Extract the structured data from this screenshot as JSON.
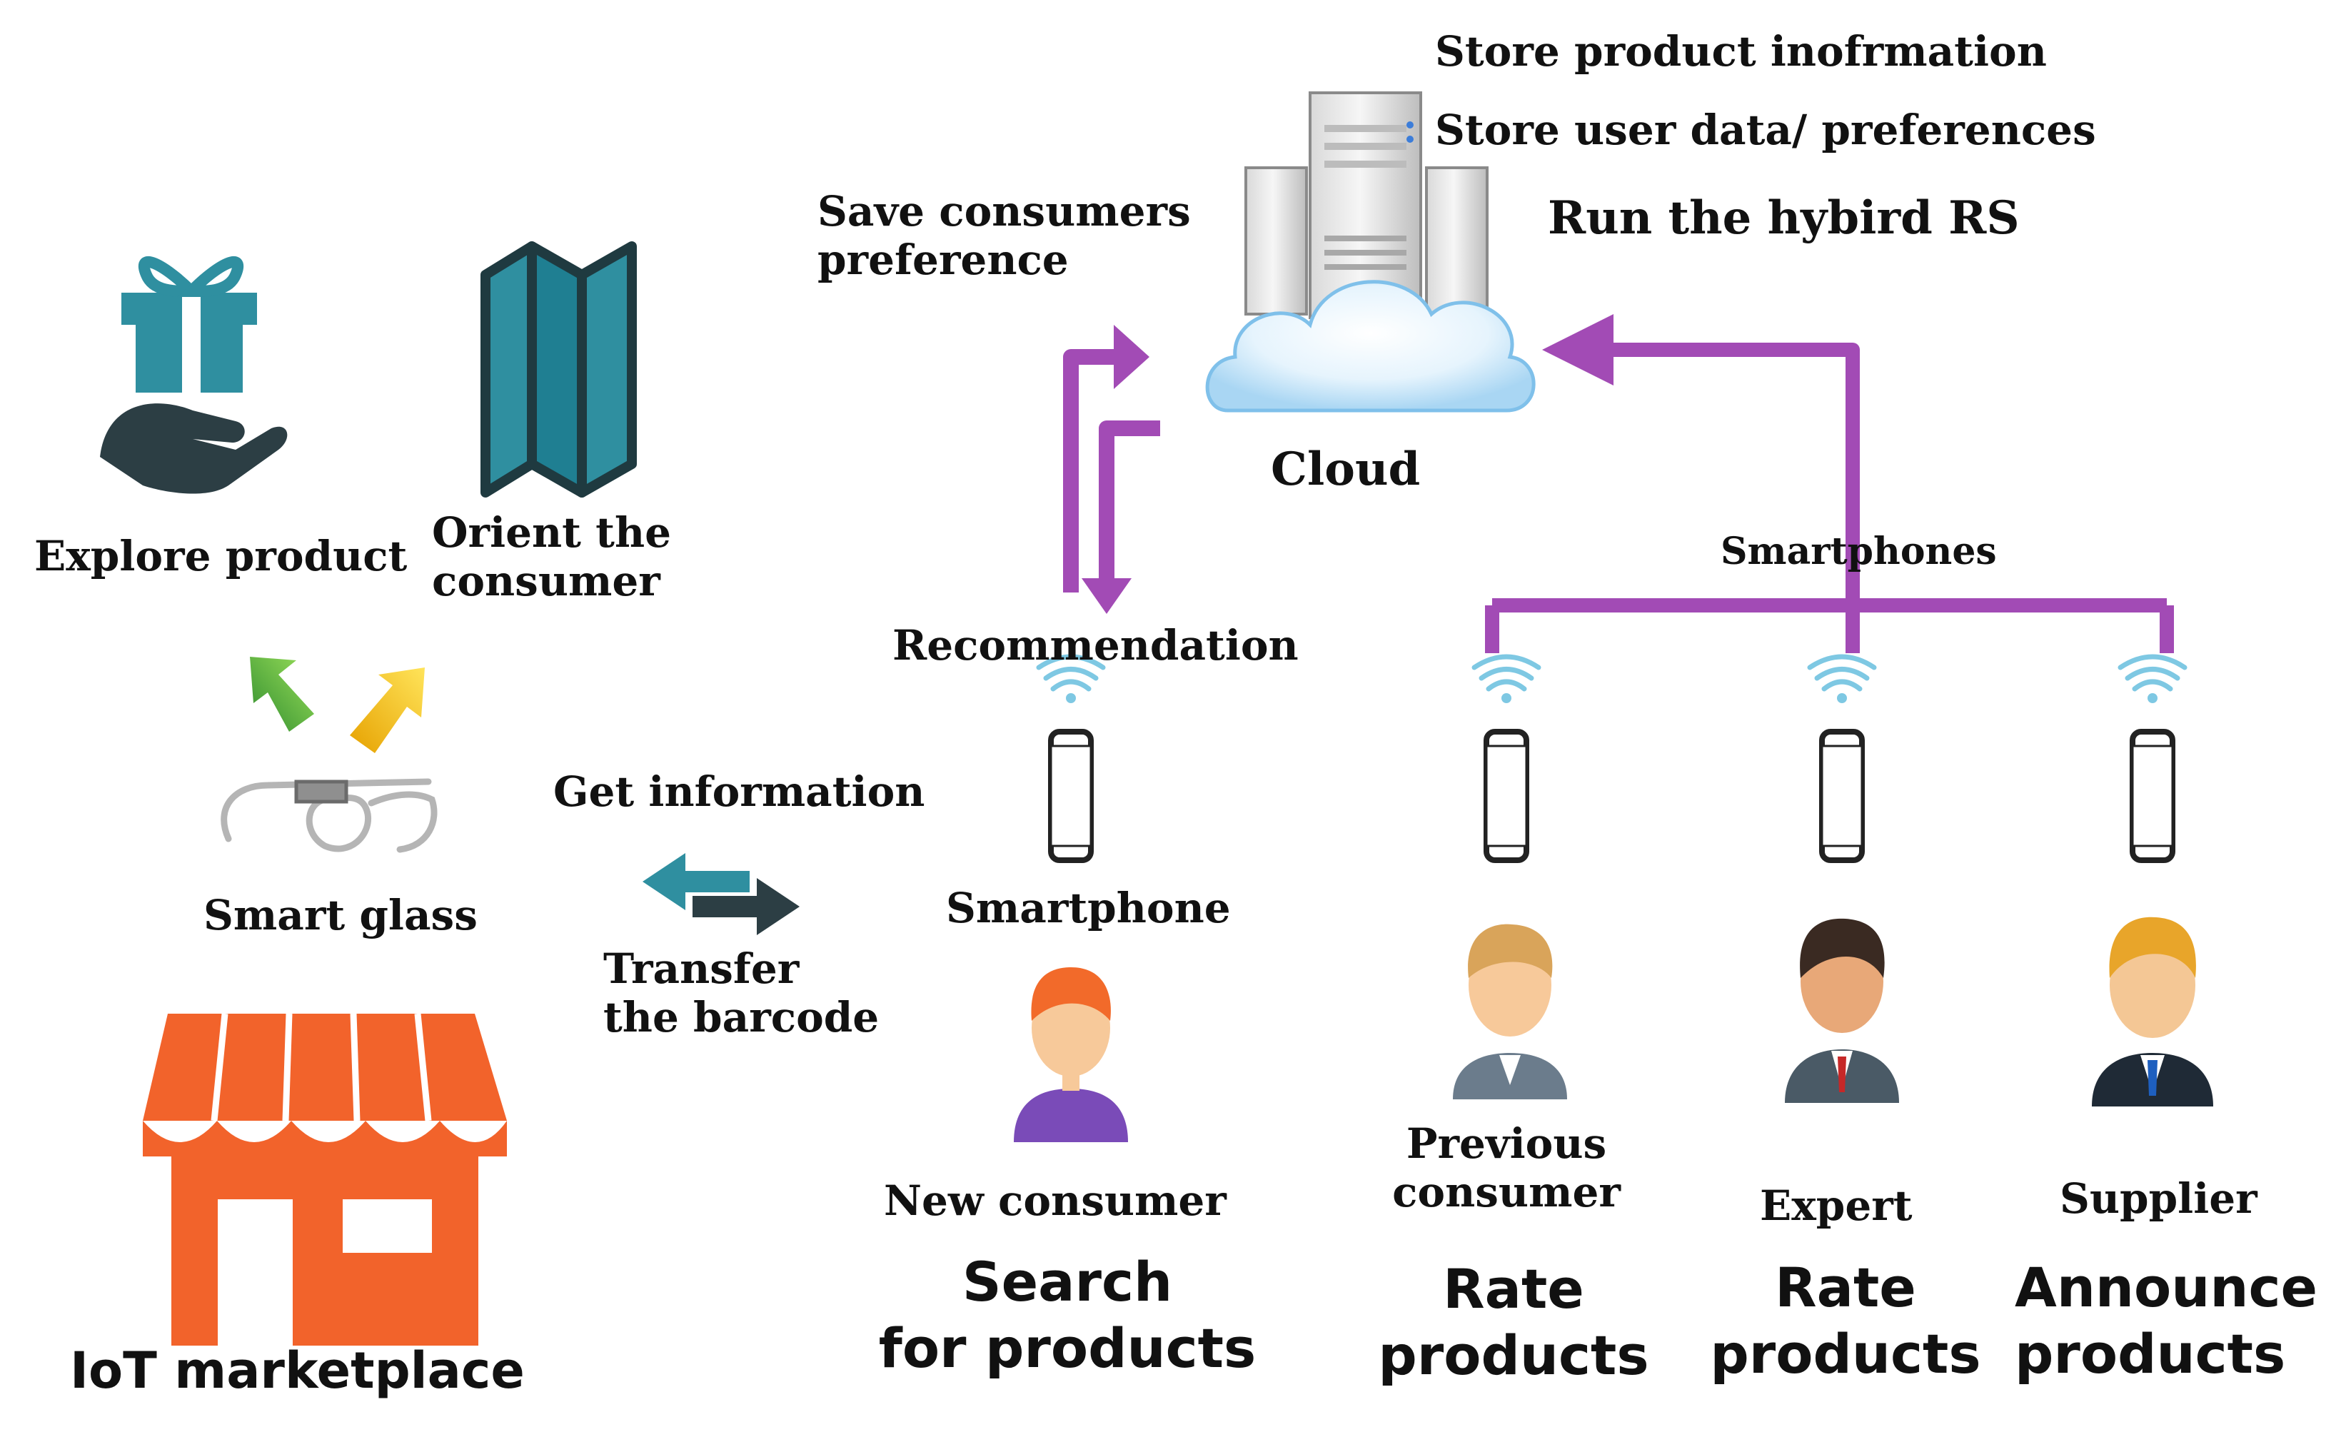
{
  "cloud": {
    "label": "Cloud",
    "tasks": [
      "Store product inofrmation",
      "Store user data/ preferences",
      "Run the hybird RS"
    ]
  },
  "save_preference": [
    "Save consumers",
    "preference"
  ],
  "recommendation": "Recommendation",
  "smartphones_label": "Smartphones",
  "smartphone_label": "Smartphone",
  "explore_product": "Explore product",
  "orient_consumer": [
    "Orient the",
    "consumer"
  ],
  "smart_glass": "Smart glass",
  "get_information": "Get information",
  "transfer_barcode": [
    "Transfer",
    "the barcode"
  ],
  "marketplace": "IoT marketplace",
  "new_consumer": {
    "role": "New consumer",
    "action": [
      "Search",
      "for products"
    ]
  },
  "previous_consumer": {
    "role": [
      "Previous",
      "consumer"
    ],
    "action": [
      "Rate",
      "products"
    ]
  },
  "expert": {
    "role": "Expert",
    "action": [
      "Rate",
      "products"
    ]
  },
  "supplier": {
    "role": "Supplier",
    "action": [
      "Announce",
      "products"
    ]
  },
  "colors": {
    "connector": "#a24bb5",
    "store_orange": "#f2632b",
    "teal": "#2f8fa0",
    "dark_slate": "#2c3e44"
  }
}
